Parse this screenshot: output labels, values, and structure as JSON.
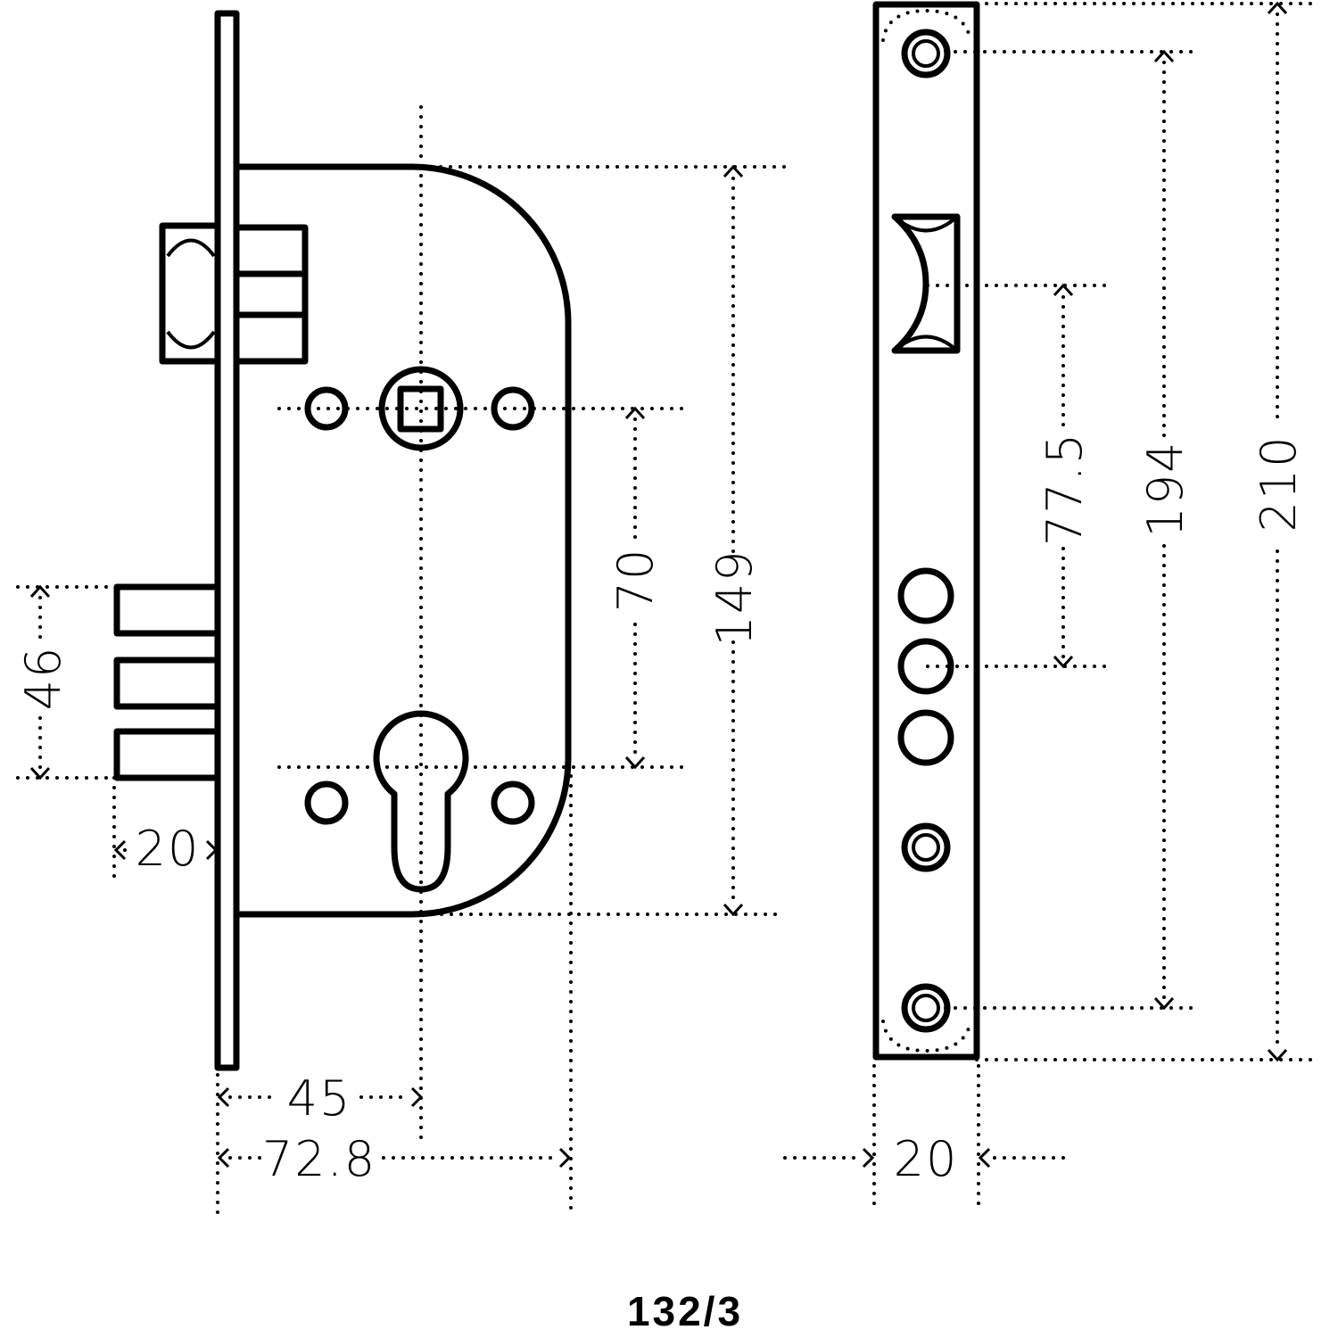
{
  "dimensions": {
    "faceplate_height": "210",
    "screw_spacing": "194",
    "handle_to_cylinder_distance": "70",
    "body_height": "149",
    "bolt_spacing": "46",
    "bolt_throw": "20",
    "backset": "45",
    "body_depth": "72.8",
    "faceplate_width": "20",
    "strike_spacing": "77.5"
  },
  "caption": "132/3"
}
